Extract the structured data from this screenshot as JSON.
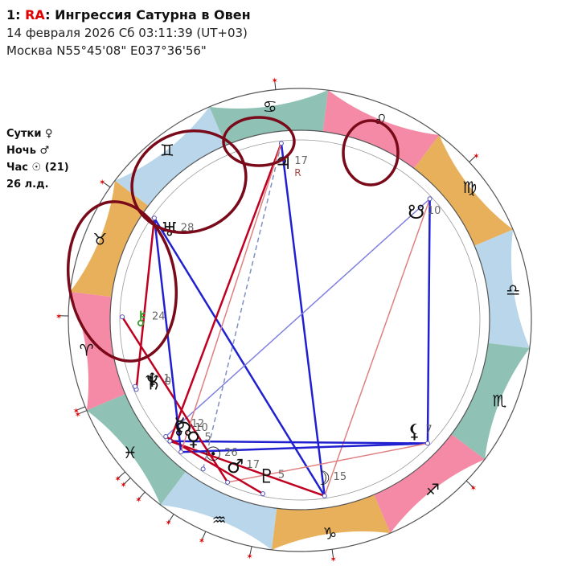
{
  "header": {
    "chart_num": "1:",
    "chart_tag": "RA",
    "chart_title": ": Ингрессия Сатурна в Овен",
    "datetime": "14 февраля 2026 Сб 03:11:39 (UT+03)",
    "location": "Москва N55°45'08\" E037°36'56\""
  },
  "side_info": [
    {
      "label": "Сутки",
      "glyph": "♀"
    },
    {
      "label": "Ночь",
      "glyph": "♂"
    },
    {
      "label": "Час",
      "glyph": "☉",
      "extra": "(21)"
    },
    {
      "label": "26 л.д.",
      "glyph": "",
      "extra": ""
    }
  ],
  "zodiac": [
    {
      "sign": "aries",
      "glyph": "♈",
      "color": "#f48aa5"
    },
    {
      "sign": "taurus",
      "glyph": "♉",
      "color": "#e8b05a"
    },
    {
      "sign": "gemini",
      "glyph": "♊",
      "color": "#b9d6ea"
    },
    {
      "sign": "cancer",
      "glyph": "♋",
      "color": "#8fc2b4"
    },
    {
      "sign": "leo",
      "glyph": "♌",
      "color": "#f48aa5"
    },
    {
      "sign": "virgo",
      "glyph": "♍",
      "color": "#e8b05a"
    },
    {
      "sign": "libra",
      "glyph": "♎",
      "color": "#b9d6ea"
    },
    {
      "sign": "scorpio",
      "glyph": "♏",
      "color": "#8fc2b4"
    },
    {
      "sign": "sagittarius",
      "glyph": "♐",
      "color": "#f48aa5"
    },
    {
      "sign": "capricorn",
      "glyph": "♑",
      "color": "#e8b05a"
    },
    {
      "sign": "aquarius",
      "glyph": "♒",
      "color": "#b9d6ea"
    },
    {
      "sign": "pisces",
      "glyph": "♓",
      "color": "#8fc2b4"
    }
  ],
  "planets": [
    {
      "name": "moon",
      "glyph": "☽",
      "degree": "15",
      "lon": 285,
      "retro": ""
    },
    {
      "name": "pluto",
      "glyph": "♇",
      "degree": "5",
      "lon": 305,
      "retro": ""
    },
    {
      "name": "lilith",
      "glyph": "⚸",
      "degree": "7",
      "lon": 247,
      "retro": ""
    },
    {
      "name": "mars",
      "glyph": "♂",
      "degree": "17",
      "lon": 317,
      "retro": ""
    },
    {
      "name": "sun",
      "glyph": "☉",
      "degree": "26",
      "lon": 326,
      "retro": ""
    },
    {
      "name": "venus",
      "glyph": "♀",
      "degree": "5",
      "lon": 335,
      "retro": ""
    },
    {
      "name": "node",
      "glyph": "☊",
      "degree": "10",
      "lon": 340,
      "retro": ""
    },
    {
      "name": "mercury",
      "glyph": "☿",
      "degree": "12",
      "lon": 342,
      "retro": ""
    },
    {
      "name": "saturn",
      "glyph": "♄",
      "degree": "0",
      "lon": 0,
      "retro": ""
    },
    {
      "name": "neptune",
      "glyph": "♆",
      "degree": "1",
      "lon": 1,
      "retro": ""
    },
    {
      "name": "chiron",
      "glyph": "⚷",
      "degree": "24",
      "lon": 24,
      "retro": ""
    },
    {
      "name": "uranus",
      "glyph": "♅",
      "degree": "28",
      "lon": 58,
      "retro": ""
    },
    {
      "name": "jupiter",
      "glyph": "♃",
      "degree": "17",
      "lon": 107,
      "retro": "R"
    },
    {
      "name": "south-node",
      "glyph": "☋",
      "degree": "10",
      "lon": 160,
      "retro": ""
    }
  ],
  "aspects": [
    {
      "from": "moon",
      "to": "uranus",
      "color": "#2020d0",
      "style": "solid"
    },
    {
      "from": "moon",
      "to": "jupiter",
      "color": "#2020d0",
      "style": "solid"
    },
    {
      "from": "moon",
      "to": "south-node",
      "color": "#e08080",
      "style": "solid"
    },
    {
      "from": "moon",
      "to": "node",
      "color": "#c00020",
      "style": "solid"
    },
    {
      "from": "lilith",
      "to": "venus",
      "color": "#2020d0",
      "style": "solid"
    },
    {
      "from": "lilith",
      "to": "node",
      "color": "#2020d0",
      "style": "solid"
    },
    {
      "from": "lilith",
      "to": "mars",
      "color": "#e08080",
      "style": "solid"
    },
    {
      "from": "lilith",
      "to": "south-node",
      "color": "#2020d0",
      "style": "solid"
    },
    {
      "from": "sun",
      "to": "jupiter",
      "color": "#8090c0",
      "style": "dashed"
    },
    {
      "from": "mercury",
      "to": "south-node",
      "color": "#8080e0",
      "style": "solid"
    },
    {
      "from": "node",
      "to": "jupiter",
      "color": "#c00020",
      "style": "solid"
    },
    {
      "from": "saturn",
      "to": "uranus",
      "color": "#c00020",
      "style": "solid"
    },
    {
      "from": "chiron",
      "to": "mars",
      "color": "#c00020",
      "style": "solid"
    },
    {
      "from": "pluto",
      "to": "mercury",
      "color": "#c00020",
      "style": "solid"
    },
    {
      "from": "venus",
      "to": "uranus",
      "color": "#2020d0",
      "style": "solid"
    },
    {
      "from": "venus",
      "to": "jupiter",
      "color": "#e08080",
      "style": "solid"
    }
  ],
  "colors": {
    "accent_red": "#e00000",
    "circle_marker": "#7a0a1a"
  }
}
